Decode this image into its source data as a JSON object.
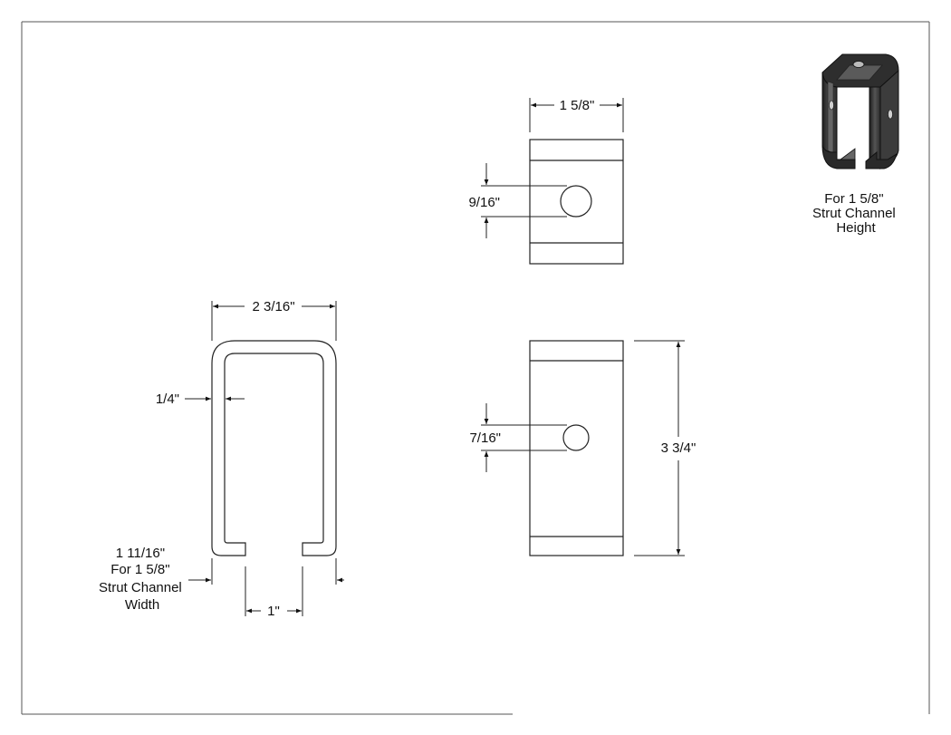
{
  "drawing": {
    "front_view": {
      "width_label": "2 3/16\"",
      "wall_label": "1/4\"",
      "lip_label_lines": [
        "1 11/16\"",
        "For 1 5/8\"",
        "Strut Channel",
        "Width"
      ],
      "opening_label": "1\""
    },
    "top_view": {
      "width_label": "1 5/8\"",
      "hole_label": "9/16\""
    },
    "side_view": {
      "hole_label": "7/16\"",
      "height_label": "3 3/4\""
    },
    "iso_view": {
      "caption_lines": [
        "For 1 5/8\"",
        "Strut Channel",
        "Height"
      ]
    }
  }
}
